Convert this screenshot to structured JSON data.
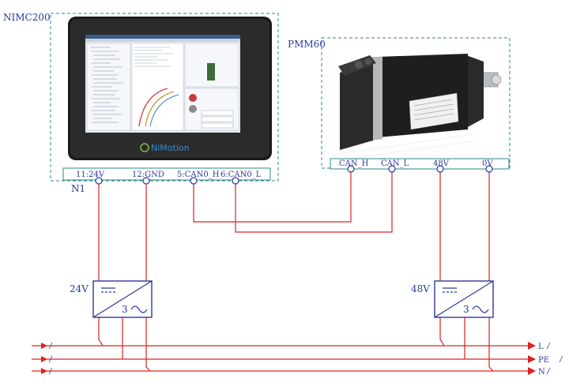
{
  "controller": {
    "model": "NIMC200",
    "ref": "N1",
    "logo_text": "NiMotion",
    "terminals": [
      "11:24V",
      "12:GND",
      "5:CAN0_H",
      "6:CAN0_L"
    ]
  },
  "motor": {
    "model": "PMM60",
    "terminals": [
      "CAN_H",
      "CAN_L",
      "48V",
      "0V"
    ]
  },
  "power_supplies": [
    {
      "voltage_label": "24V",
      "phase_label": "3"
    },
    {
      "voltage_label": "48V",
      "phase_label": "3"
    }
  ],
  "mains": {
    "lines": [
      "L",
      "PE",
      "N"
    ]
  },
  "colors": {
    "wire": "#e02020",
    "label": "#2a3a9c",
    "frame": "#2d8a8a"
  }
}
